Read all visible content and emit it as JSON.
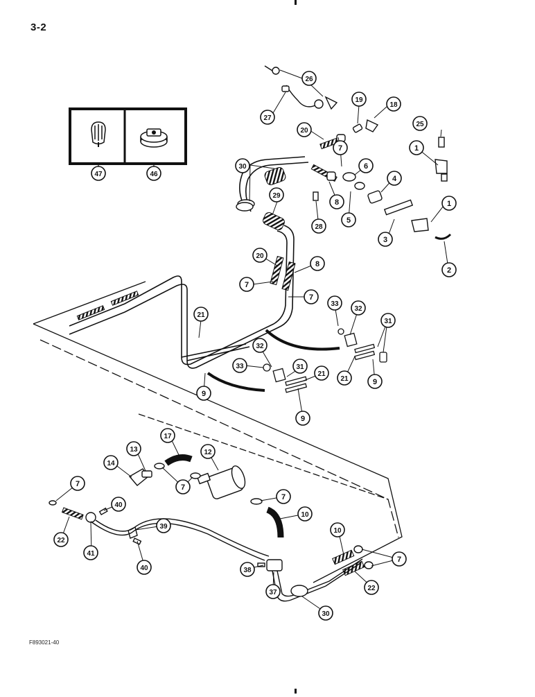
{
  "page": {
    "number": "3-2",
    "figure_code": "F893021-40"
  },
  "inset_labels": [
    "47",
    "46"
  ],
  "callouts": [
    {
      "id": "c26",
      "text": "26"
    },
    {
      "id": "c27",
      "text": "27"
    },
    {
      "id": "c19",
      "text": "19"
    },
    {
      "id": "c18",
      "text": "18"
    },
    {
      "id": "c25",
      "text": "25"
    },
    {
      "id": "c20a",
      "text": "20"
    },
    {
      "id": "c7a",
      "text": "7"
    },
    {
      "id": "c1a",
      "text": "1"
    },
    {
      "id": "c30a",
      "text": "30"
    },
    {
      "id": "c6",
      "text": "6"
    },
    {
      "id": "c4",
      "text": "4"
    },
    {
      "id": "c29",
      "text": "29"
    },
    {
      "id": "c8a",
      "text": "8"
    },
    {
      "id": "c5",
      "text": "5"
    },
    {
      "id": "c28",
      "text": "28"
    },
    {
      "id": "c1b",
      "text": "1"
    },
    {
      "id": "c3",
      "text": "3"
    },
    {
      "id": "c2",
      "text": "2"
    },
    {
      "id": "c20b",
      "text": "20"
    },
    {
      "id": "c8b",
      "text": "8"
    },
    {
      "id": "c7b",
      "text": "7"
    },
    {
      "id": "c7c",
      "text": "7"
    },
    {
      "id": "c33a",
      "text": "33"
    },
    {
      "id": "c32a",
      "text": "32"
    },
    {
      "id": "c31a",
      "text": "31"
    },
    {
      "id": "c21a",
      "text": "21"
    },
    {
      "id": "c32b",
      "text": "32"
    },
    {
      "id": "c33b",
      "text": "33"
    },
    {
      "id": "c31b",
      "text": "31"
    },
    {
      "id": "c21b",
      "text": "21"
    },
    {
      "id": "c21c",
      "text": "21"
    },
    {
      "id": "c9a",
      "text": "9"
    },
    {
      "id": "c9b",
      "text": "9"
    },
    {
      "id": "c9c",
      "text": "9"
    },
    {
      "id": "c17",
      "text": "17"
    },
    {
      "id": "c13",
      "text": "13"
    },
    {
      "id": "c12",
      "text": "12"
    },
    {
      "id": "c14",
      "text": "14"
    },
    {
      "id": "c7d",
      "text": "7"
    },
    {
      "id": "c7e",
      "text": "7"
    },
    {
      "id": "c7f",
      "text": "7"
    },
    {
      "id": "c40a",
      "text": "40"
    },
    {
      "id": "c10a",
      "text": "10"
    },
    {
      "id": "c22a",
      "text": "22"
    },
    {
      "id": "c41",
      "text": "41"
    },
    {
      "id": "c39",
      "text": "39"
    },
    {
      "id": "c40b",
      "text": "40"
    },
    {
      "id": "c10b",
      "text": "10"
    },
    {
      "id": "c7g",
      "text": "7"
    },
    {
      "id": "c38",
      "text": "38"
    },
    {
      "id": "c22b",
      "text": "22"
    },
    {
      "id": "c37",
      "text": "37"
    },
    {
      "id": "c30b",
      "text": "30"
    }
  ]
}
